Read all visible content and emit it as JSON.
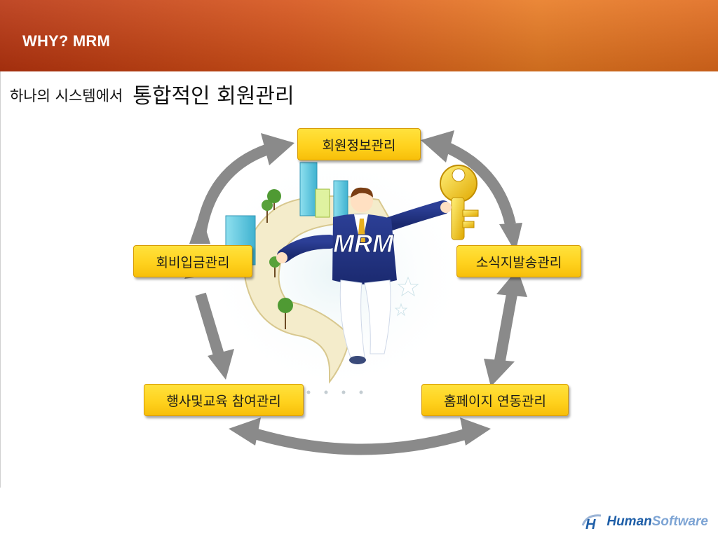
{
  "header": {
    "title": "WHY? MRM"
  },
  "subtitle": {
    "lead": "하나의 시스템에서",
    "emphasis": "통합적인 회원관리"
  },
  "diagram": {
    "center_label": "MRM",
    "nodes": {
      "top": "회원정보관리",
      "left": "회비입금관리",
      "right": "소식지발송관리",
      "bottom_left": "행사및교육 참여관리",
      "bottom_right": "홈페이지 연동관리"
    },
    "colors": {
      "box_fill": "#ffd21e",
      "arrow": "#8a8a8a"
    }
  },
  "logo": {
    "part1": "Human",
    "part2": "Software",
    "icon": "h-swoosh-logo-icon"
  }
}
